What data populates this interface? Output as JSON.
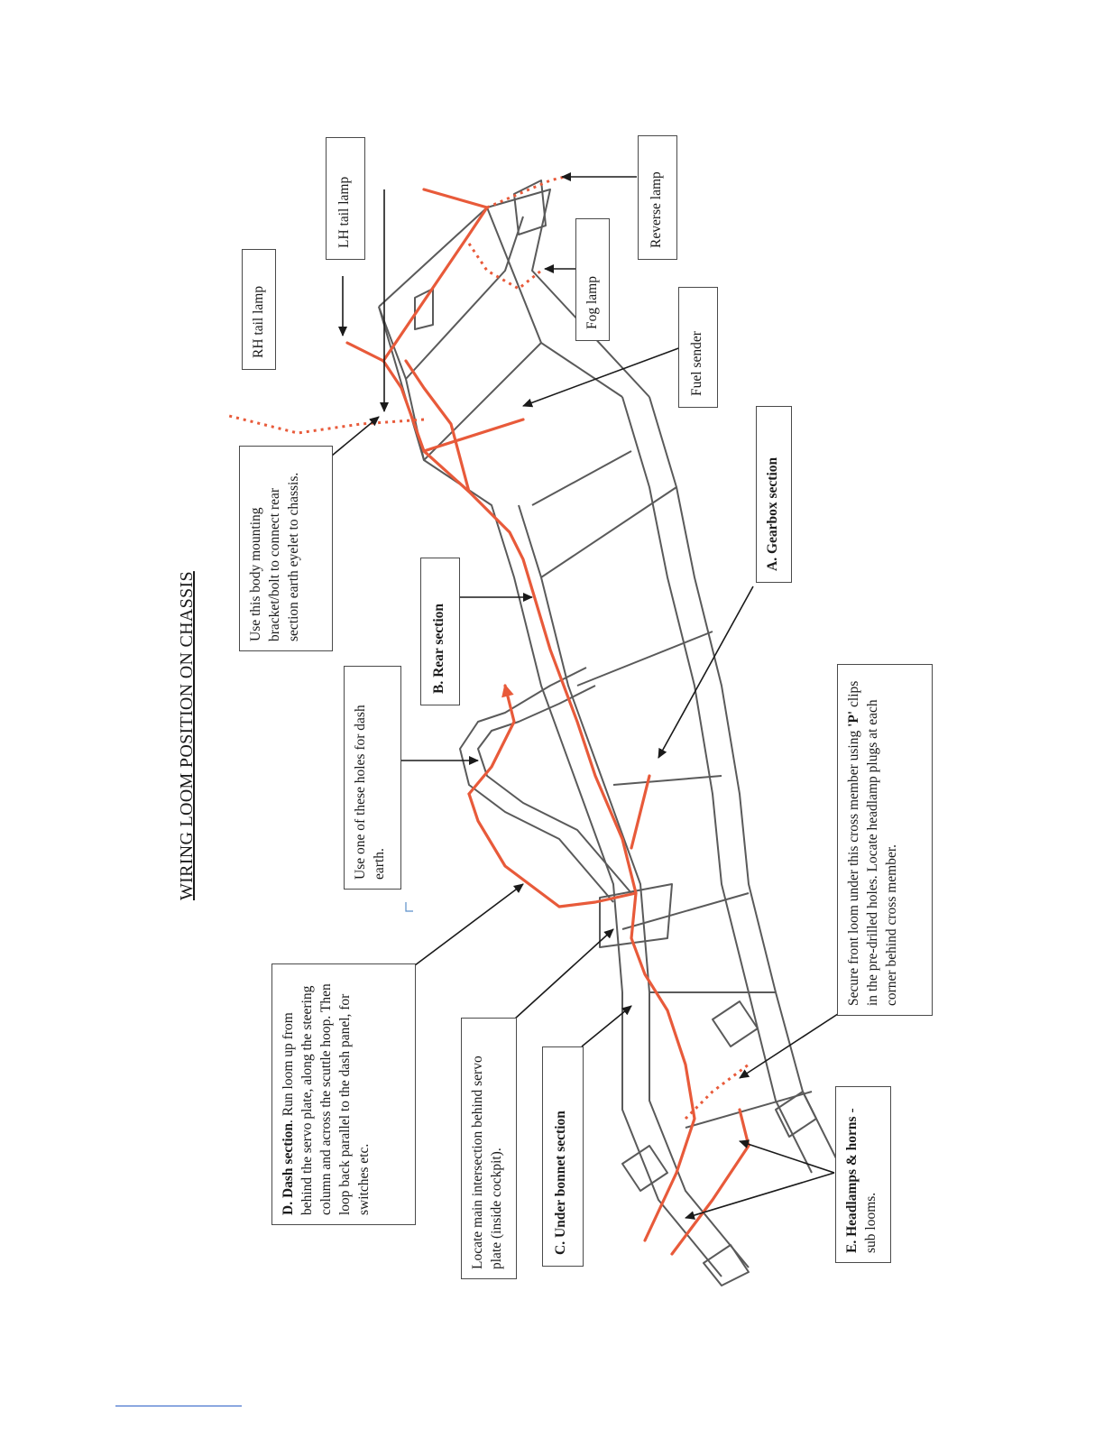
{
  "title": "WIRING LOOM POSITION ON CHASSIS",
  "colors": {
    "loom": "#e85a3a",
    "frame": "#5a5a5a",
    "box_border": "#4a4a4a"
  },
  "labels": {
    "rh_tail": "RH tail lamp",
    "lh_tail": "LH tail lamp",
    "reverse": "Reverse lamp",
    "fog": "Fog lamp",
    "fuel": "Fuel sender",
    "gearbox": "A. Gearbox section",
    "earth_bracket": "Use this body mounting bracket/bolt to connect rear section earth eyelet to chassis.",
    "rear": "B. Rear section",
    "dash_holes": "Use one of these holes for dash earth.",
    "dash_bold": "D. Dash section",
    "dash_text": ". Run loom up from behind the servo plate, along the steering column and across the scuttle hoop. Then loop back parallel to the dash panel, for switches etc.",
    "intersection": "Locate main intersection behind servo plate (inside cockpit).",
    "under_bonnet": "C. Under bonnet section",
    "secure_bold": "'P'",
    "secure_text_a": "Secure front loom under this cross member using ",
    "secure_text_b": " clips in the pre-drilled holes. Locate headlamp plugs at each corner behind cross member.",
    "headlamps_bold": "E. Headlamps & horns",
    "headlamps_text": " - sub looms."
  }
}
